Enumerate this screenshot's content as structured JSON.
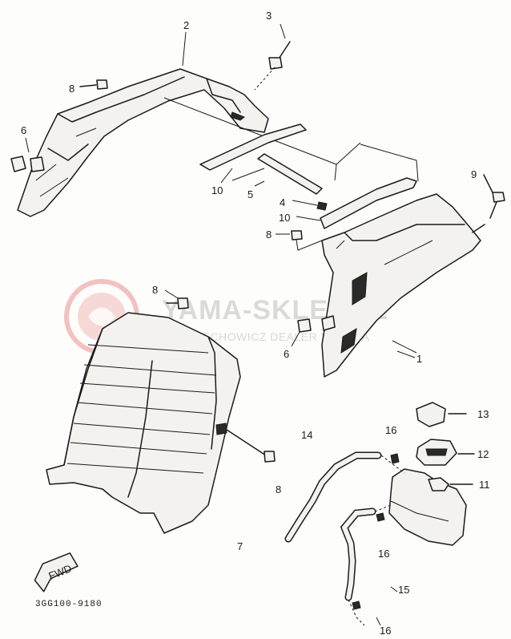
{
  "diagram_code": "3GG100-9180",
  "fwd_label": "FWD",
  "watermark": {
    "title": "YAMA-SKLEP.PL",
    "subtitle": "WOJCIECHOWICZ DEALER YAMAHA",
    "logo_color": "#e05555"
  },
  "callouts": {
    "c1": "1",
    "c2": "2",
    "c3": "3",
    "c4": "4",
    "c5": "5",
    "c6a": "6",
    "c6b": "6",
    "c7": "7",
    "c8a": "8",
    "c8b": "8",
    "c8c": "8",
    "c8d": "8",
    "c9": "9",
    "c10a": "10",
    "c10b": "10",
    "c11": "11",
    "c12": "12",
    "c13": "13",
    "c14": "14",
    "c15": "15",
    "c16a": "16",
    "c16b": "16",
    "c16c": "16"
  }
}
